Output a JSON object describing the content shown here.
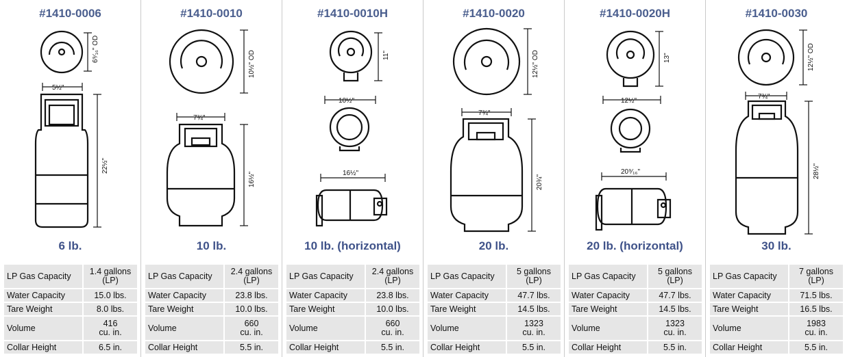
{
  "row_labels": [
    "LP Gas Capacity",
    "Water Capacity",
    "Tare Weight",
    "Volume",
    "Collar Height"
  ],
  "columns": [
    {
      "model": "#1410-0006",
      "size": "6 lb.",
      "dims": {
        "od": "6⁹⁄₁₆\" OD",
        "width": "5½\"",
        "height": "22½\""
      },
      "specs": {
        "lp_line1": "1.4 gallons",
        "lp_line2": "(LP)",
        "water": "15.0 lbs.",
        "tare": "8.0 lbs.",
        "vol_line1": "416",
        "vol_line2": "cu. in.",
        "collar": "6.5 in."
      }
    },
    {
      "model": "#1410-0010",
      "size": "10 lb.",
      "dims": {
        "od": "10½\" OD",
        "width": "7¾\"",
        "height": "16½\""
      },
      "specs": {
        "lp_line1": "2.4 gallons",
        "lp_line2": "(LP)",
        "water": "23.8 lbs.",
        "tare": "10.0 lbs.",
        "vol_line1": "660",
        "vol_line2": "cu. in.",
        "collar": "5.5 in."
      }
    },
    {
      "model": "#1410-0010H",
      "size": "10 lb. (horizontal)",
      "dims": {
        "od": "11\"",
        "width": "10½\"",
        "height": "16½\""
      },
      "specs": {
        "lp_line1": "2.4 gallons",
        "lp_line2": "(LP)",
        "water": "23.8 lbs.",
        "tare": "10.0 lbs.",
        "vol_line1": "660",
        "vol_line2": "cu. in.",
        "collar": "5.5 in."
      }
    },
    {
      "model": "#1410-0020",
      "size": "20 lb.",
      "dims": {
        "od": "12½\" OD",
        "width": "7¾\"",
        "height": "20¾\""
      },
      "specs": {
        "lp_line1": "5 gallons",
        "lp_line2": "(LP)",
        "water": "47.7 lbs.",
        "tare": "14.5 lbs.",
        "vol_line1": "1323",
        "vol_line2": "cu. in.",
        "collar": "5.5 in."
      }
    },
    {
      "model": "#1410-0020H",
      "size": "20 lb. (horizontal)",
      "dims": {
        "od": "13\"",
        "width": "12½\"",
        "height": "20⁹⁄₁₆\""
      },
      "specs": {
        "lp_line1": "5 gallons",
        "lp_line2": "(LP)",
        "water": "47.7 lbs.",
        "tare": "14.5 lbs.",
        "vol_line1": "1323",
        "vol_line2": "cu. in.",
        "collar": "5.5 in."
      }
    },
    {
      "model": "#1410-0030",
      "size": "30 lb.",
      "dims": {
        "od": "12½\" OD",
        "width": "7¾\"",
        "height": "28½\""
      },
      "specs": {
        "lp_line1": "7 gallons",
        "lp_line2": "(LP)",
        "water": "71.5 lbs.",
        "tare": "16.5 lbs.",
        "vol_line1": "1983",
        "vol_line2": "cu. in.",
        "collar": "5.5 in."
      }
    }
  ],
  "colors": {
    "model_title": "#4a5e8e",
    "size_label": "#3f5289",
    "table_bg": "#e6e6e6"
  }
}
